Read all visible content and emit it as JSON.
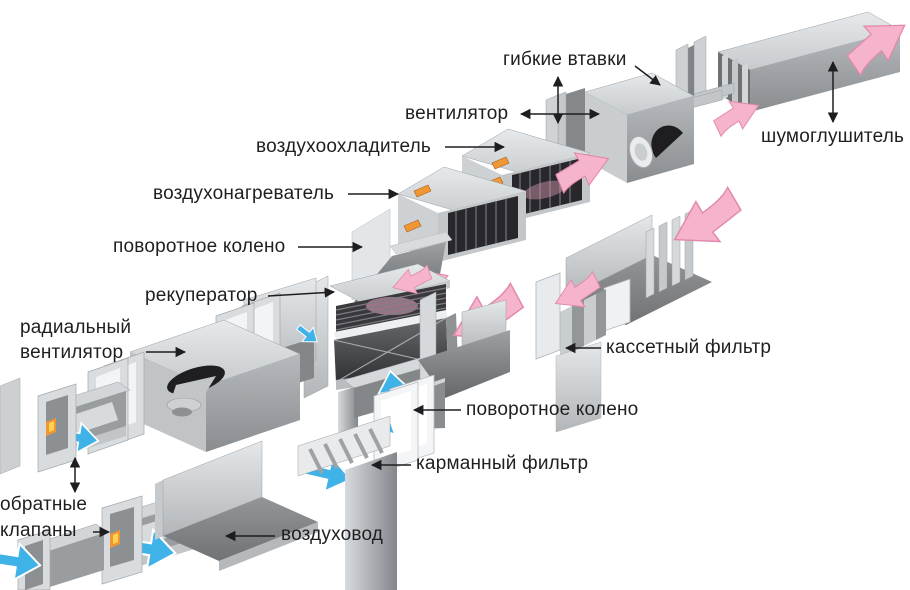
{
  "diagram": {
    "type": "ventilation-system-exploded-view",
    "background": "#ffffff",
    "labels": [
      {
        "id": "flexible-inserts",
        "text": "гибкие втавки"
      },
      {
        "id": "fan",
        "text": "вентилятор"
      },
      {
        "id": "air-cooler",
        "text": "воздухоохладитель"
      },
      {
        "id": "air-heater",
        "text": "воздухонагреватель"
      },
      {
        "id": "turn-elbow-top",
        "text": "поворотное колено"
      },
      {
        "id": "recuperator",
        "text": "рекуператор"
      },
      {
        "id": "radial-fan",
        "text": "радиальный\nвентилятор"
      },
      {
        "id": "check-valves",
        "text": "обратные\nклапаны"
      },
      {
        "id": "silencer",
        "text": "шумоглушитель"
      },
      {
        "id": "cassette-filter",
        "text": "кассетный фильтр"
      },
      {
        "id": "turn-elbow-bottom",
        "text": "поворотное колено"
      },
      {
        "id": "pocket-filter",
        "text": "карманный фильтр"
      },
      {
        "id": "air-duct",
        "text": "воздуховод"
      }
    ],
    "colors": {
      "supply_air_arrow": "#3fb3e8",
      "exhaust_air_arrow": "#f6b3cc",
      "pipe_stub_orange": "#ef9636",
      "label_text": "#1f1f21",
      "leader_line": "#1e1e20"
    }
  }
}
